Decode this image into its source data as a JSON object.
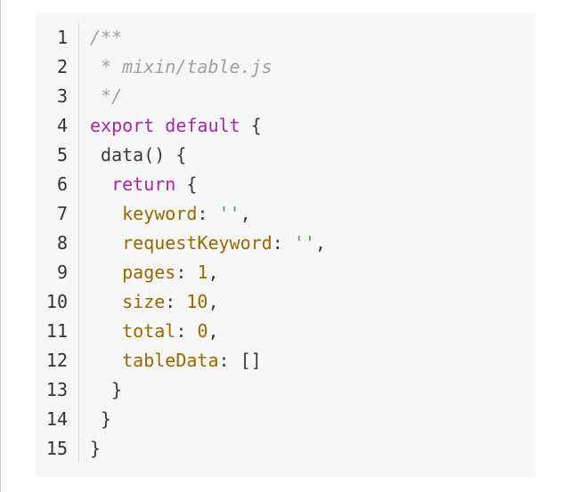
{
  "code": {
    "lines": [
      {
        "number": "1",
        "tokens": [
          {
            "t": "/**",
            "c": "comment"
          }
        ]
      },
      {
        "number": "2",
        "tokens": [
          {
            "t": " * mixin/table.js",
            "c": "comment"
          }
        ]
      },
      {
        "number": "3",
        "tokens": [
          {
            "t": " */",
            "c": "comment"
          }
        ]
      },
      {
        "number": "4",
        "tokens": [
          {
            "t": "export",
            "c": "keyword"
          },
          {
            "t": " ",
            "c": "plain"
          },
          {
            "t": "default",
            "c": "keyword"
          },
          {
            "t": " {",
            "c": "plain"
          }
        ]
      },
      {
        "number": "5",
        "tokens": [
          {
            "t": " data() {",
            "c": "plain"
          }
        ]
      },
      {
        "number": "6",
        "tokens": [
          {
            "t": "  ",
            "c": "plain"
          },
          {
            "t": "return",
            "c": "keyword"
          },
          {
            "t": " {",
            "c": "plain"
          }
        ]
      },
      {
        "number": "7",
        "tokens": [
          {
            "t": "   ",
            "c": "plain"
          },
          {
            "t": "keyword",
            "c": "prop"
          },
          {
            "t": ": ",
            "c": "punct"
          },
          {
            "t": "''",
            "c": "string"
          },
          {
            "t": ",",
            "c": "punct"
          }
        ]
      },
      {
        "number": "8",
        "tokens": [
          {
            "t": "   ",
            "c": "plain"
          },
          {
            "t": "requestKeyword",
            "c": "prop"
          },
          {
            "t": ": ",
            "c": "punct"
          },
          {
            "t": "''",
            "c": "string"
          },
          {
            "t": ",",
            "c": "punct"
          }
        ]
      },
      {
        "number": "9",
        "tokens": [
          {
            "t": "   ",
            "c": "plain"
          },
          {
            "t": "pages",
            "c": "prop"
          },
          {
            "t": ": ",
            "c": "punct"
          },
          {
            "t": "1",
            "c": "number"
          },
          {
            "t": ",",
            "c": "punct"
          }
        ]
      },
      {
        "number": "10",
        "tokens": [
          {
            "t": "   ",
            "c": "plain"
          },
          {
            "t": "size",
            "c": "prop"
          },
          {
            "t": ": ",
            "c": "punct"
          },
          {
            "t": "10",
            "c": "number"
          },
          {
            "t": ",",
            "c": "punct"
          }
        ]
      },
      {
        "number": "11",
        "tokens": [
          {
            "t": "   ",
            "c": "plain"
          },
          {
            "t": "total",
            "c": "prop"
          },
          {
            "t": ": ",
            "c": "punct"
          },
          {
            "t": "0",
            "c": "number"
          },
          {
            "t": ",",
            "c": "punct"
          }
        ]
      },
      {
        "number": "12",
        "tokens": [
          {
            "t": "   ",
            "c": "plain"
          },
          {
            "t": "tableData",
            "c": "prop"
          },
          {
            "t": ": []",
            "c": "punct"
          }
        ]
      },
      {
        "number": "13",
        "tokens": [
          {
            "t": "  }",
            "c": "plain"
          }
        ]
      },
      {
        "number": "14",
        "tokens": [
          {
            "t": " }",
            "c": "plain"
          }
        ]
      },
      {
        "number": "15",
        "tokens": [
          {
            "t": "}",
            "c": "plain"
          }
        ]
      }
    ]
  },
  "colors": {
    "background": "#f7f7f7",
    "comment": "#a0a0a0",
    "keyword": "#a626a4",
    "property": "#986801",
    "string": "#50a14f",
    "plain": "#383a42"
  }
}
